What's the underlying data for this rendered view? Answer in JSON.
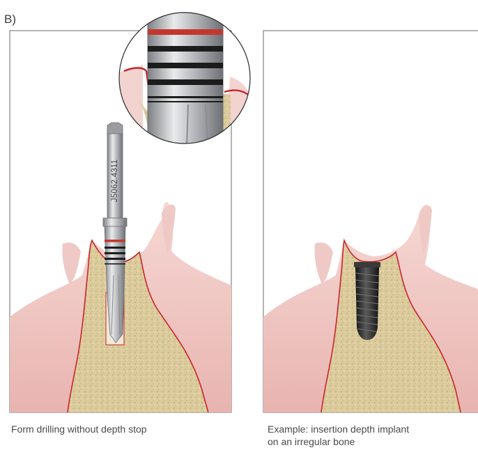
{
  "section_label": "B)",
  "panels": [
    {
      "id": "drilling",
      "caption": "Form drilling without depth stop",
      "drill_code": "J5062.4311"
    },
    {
      "id": "implant",
      "caption_line1": "Example: insertion depth implant",
      "caption_line2": "on an irregular bone"
    }
  ],
  "colors": {
    "gum": "#eab8b4",
    "gum_light": "#f7dcd8",
    "bone": "#ddcc9f",
    "bone_outline": "#c8252c",
    "drill_steel": "#b7b9bc",
    "depth_mark_red": "#c2372f",
    "depth_mark_black": "#1c1c1c",
    "implant": "#2a2a2a"
  }
}
